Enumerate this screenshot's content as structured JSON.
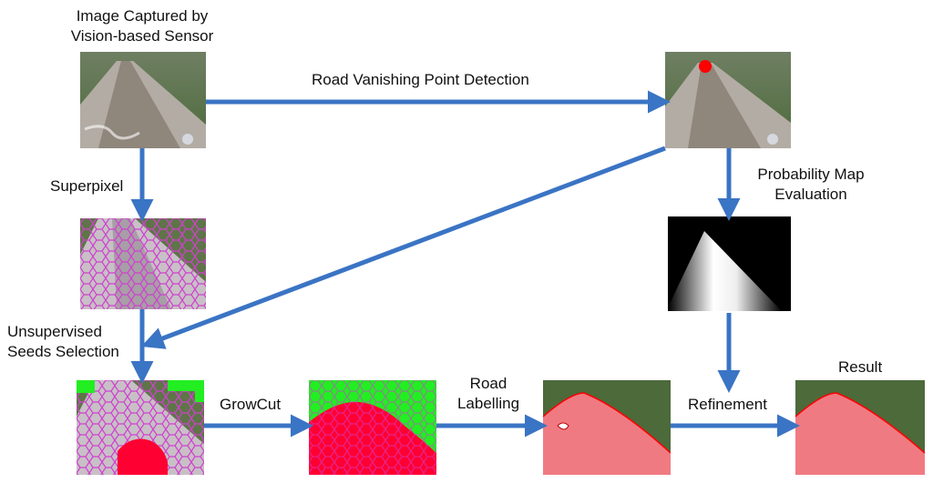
{
  "labels": {
    "capture_line1": "Image Captured by",
    "capture_line2": "Vision-based Sensor",
    "vanishing": "Road Vanishing Point Detection",
    "superpixel": "Superpixel",
    "probmap_line1": "Probability Map",
    "probmap_line2": "Evaluation",
    "seeds_line1": "Unsupervised",
    "seeds_line2": "Seeds Selection",
    "growcut": "GrowCut",
    "road_line1": "Road",
    "road_line2": "Labelling",
    "refinement": "Refinement",
    "result": "Result"
  },
  "colors": {
    "arrow": "#3a74c4",
    "seed_road": "#ff0033",
    "seed_background": "#22ee22",
    "superpixel_edge": "#d040d0",
    "vanishing_point": "#ff0000"
  }
}
